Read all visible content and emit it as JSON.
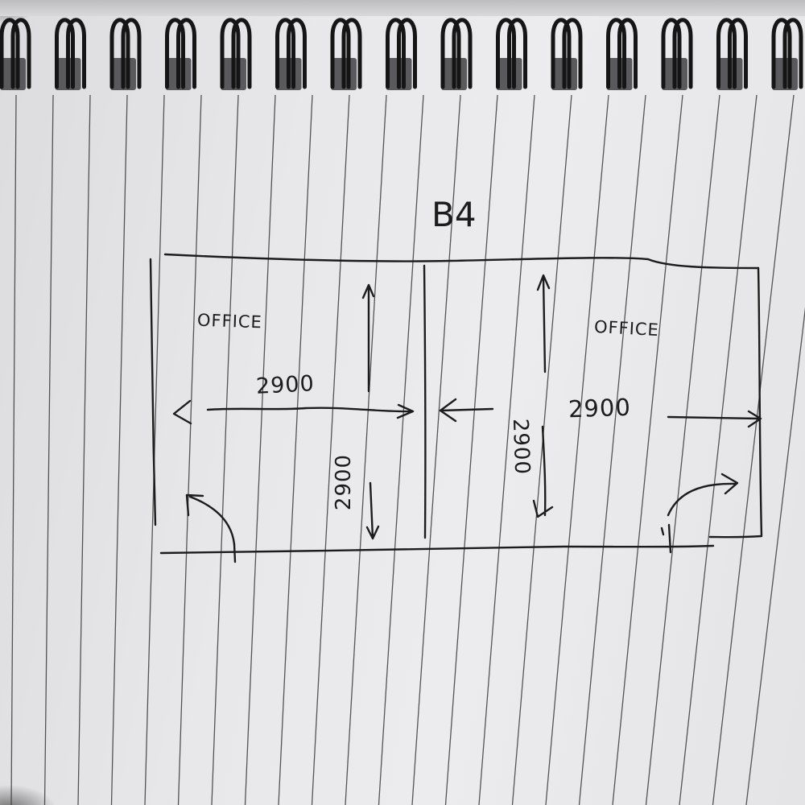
{
  "sketch": {
    "title": "B4",
    "rooms": [
      {
        "label": "OFFICE"
      },
      {
        "label": "OFFICE"
      }
    ],
    "dimensions": {
      "left_horizontal": "2900",
      "left_vertical": "2900",
      "right_horizontal": "2900",
      "right_vertical": "2900"
    }
  },
  "colors": {
    "paper": "#e9e9eb",
    "rule_lines": "#3a3a3a",
    "ink": "#1c1c1c",
    "binding_coils": "#151515"
  },
  "icons": [
    "spiral-binding-icon",
    "door-swing-icon"
  ]
}
